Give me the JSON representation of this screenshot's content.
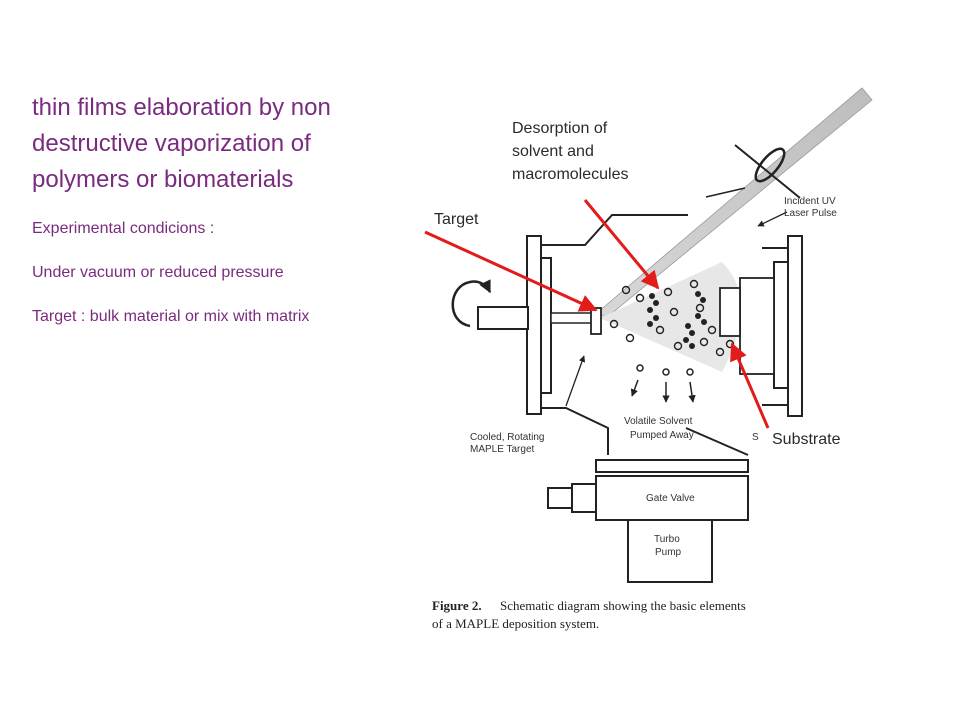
{
  "slide": {
    "headline_lines": [
      "thin films elaboration  by  non",
      "destructive vaporization  of",
      "polymers  or biomaterials"
    ],
    "conditions_heading": "Experimental condicions  :",
    "condition_pressure": "Under  vacuum or reduced pressure",
    "condition_target": "Target : bulk material or mix with matrix"
  },
  "callouts": {
    "desorption": [
      "Desorption of",
      "solvent and",
      "macromolecules"
    ],
    "target": "Target",
    "substrate": "Substrate"
  },
  "schematic": {
    "labels": {
      "incident": [
        "Incident UV",
        "Laser Pulse"
      ],
      "cooled": [
        "Cooled, Rotating",
        "MAPLE Target"
      ],
      "volatile": [
        "Volatile Solvent",
        "Pumped Away"
      ],
      "substrate_partial": "S",
      "gate_valve": "Gate Valve",
      "turbo": [
        "Turbo",
        "Pump"
      ]
    },
    "caption": {
      "figure_label": "Figure 2.",
      "line1_rest": "Schematic diagram showing the basic elements",
      "line2": "of a MAPLE deposition system."
    }
  },
  "colors": {
    "headline": "#7a2b7f",
    "arrows": "#e21b1b",
    "lines": "#222222"
  }
}
